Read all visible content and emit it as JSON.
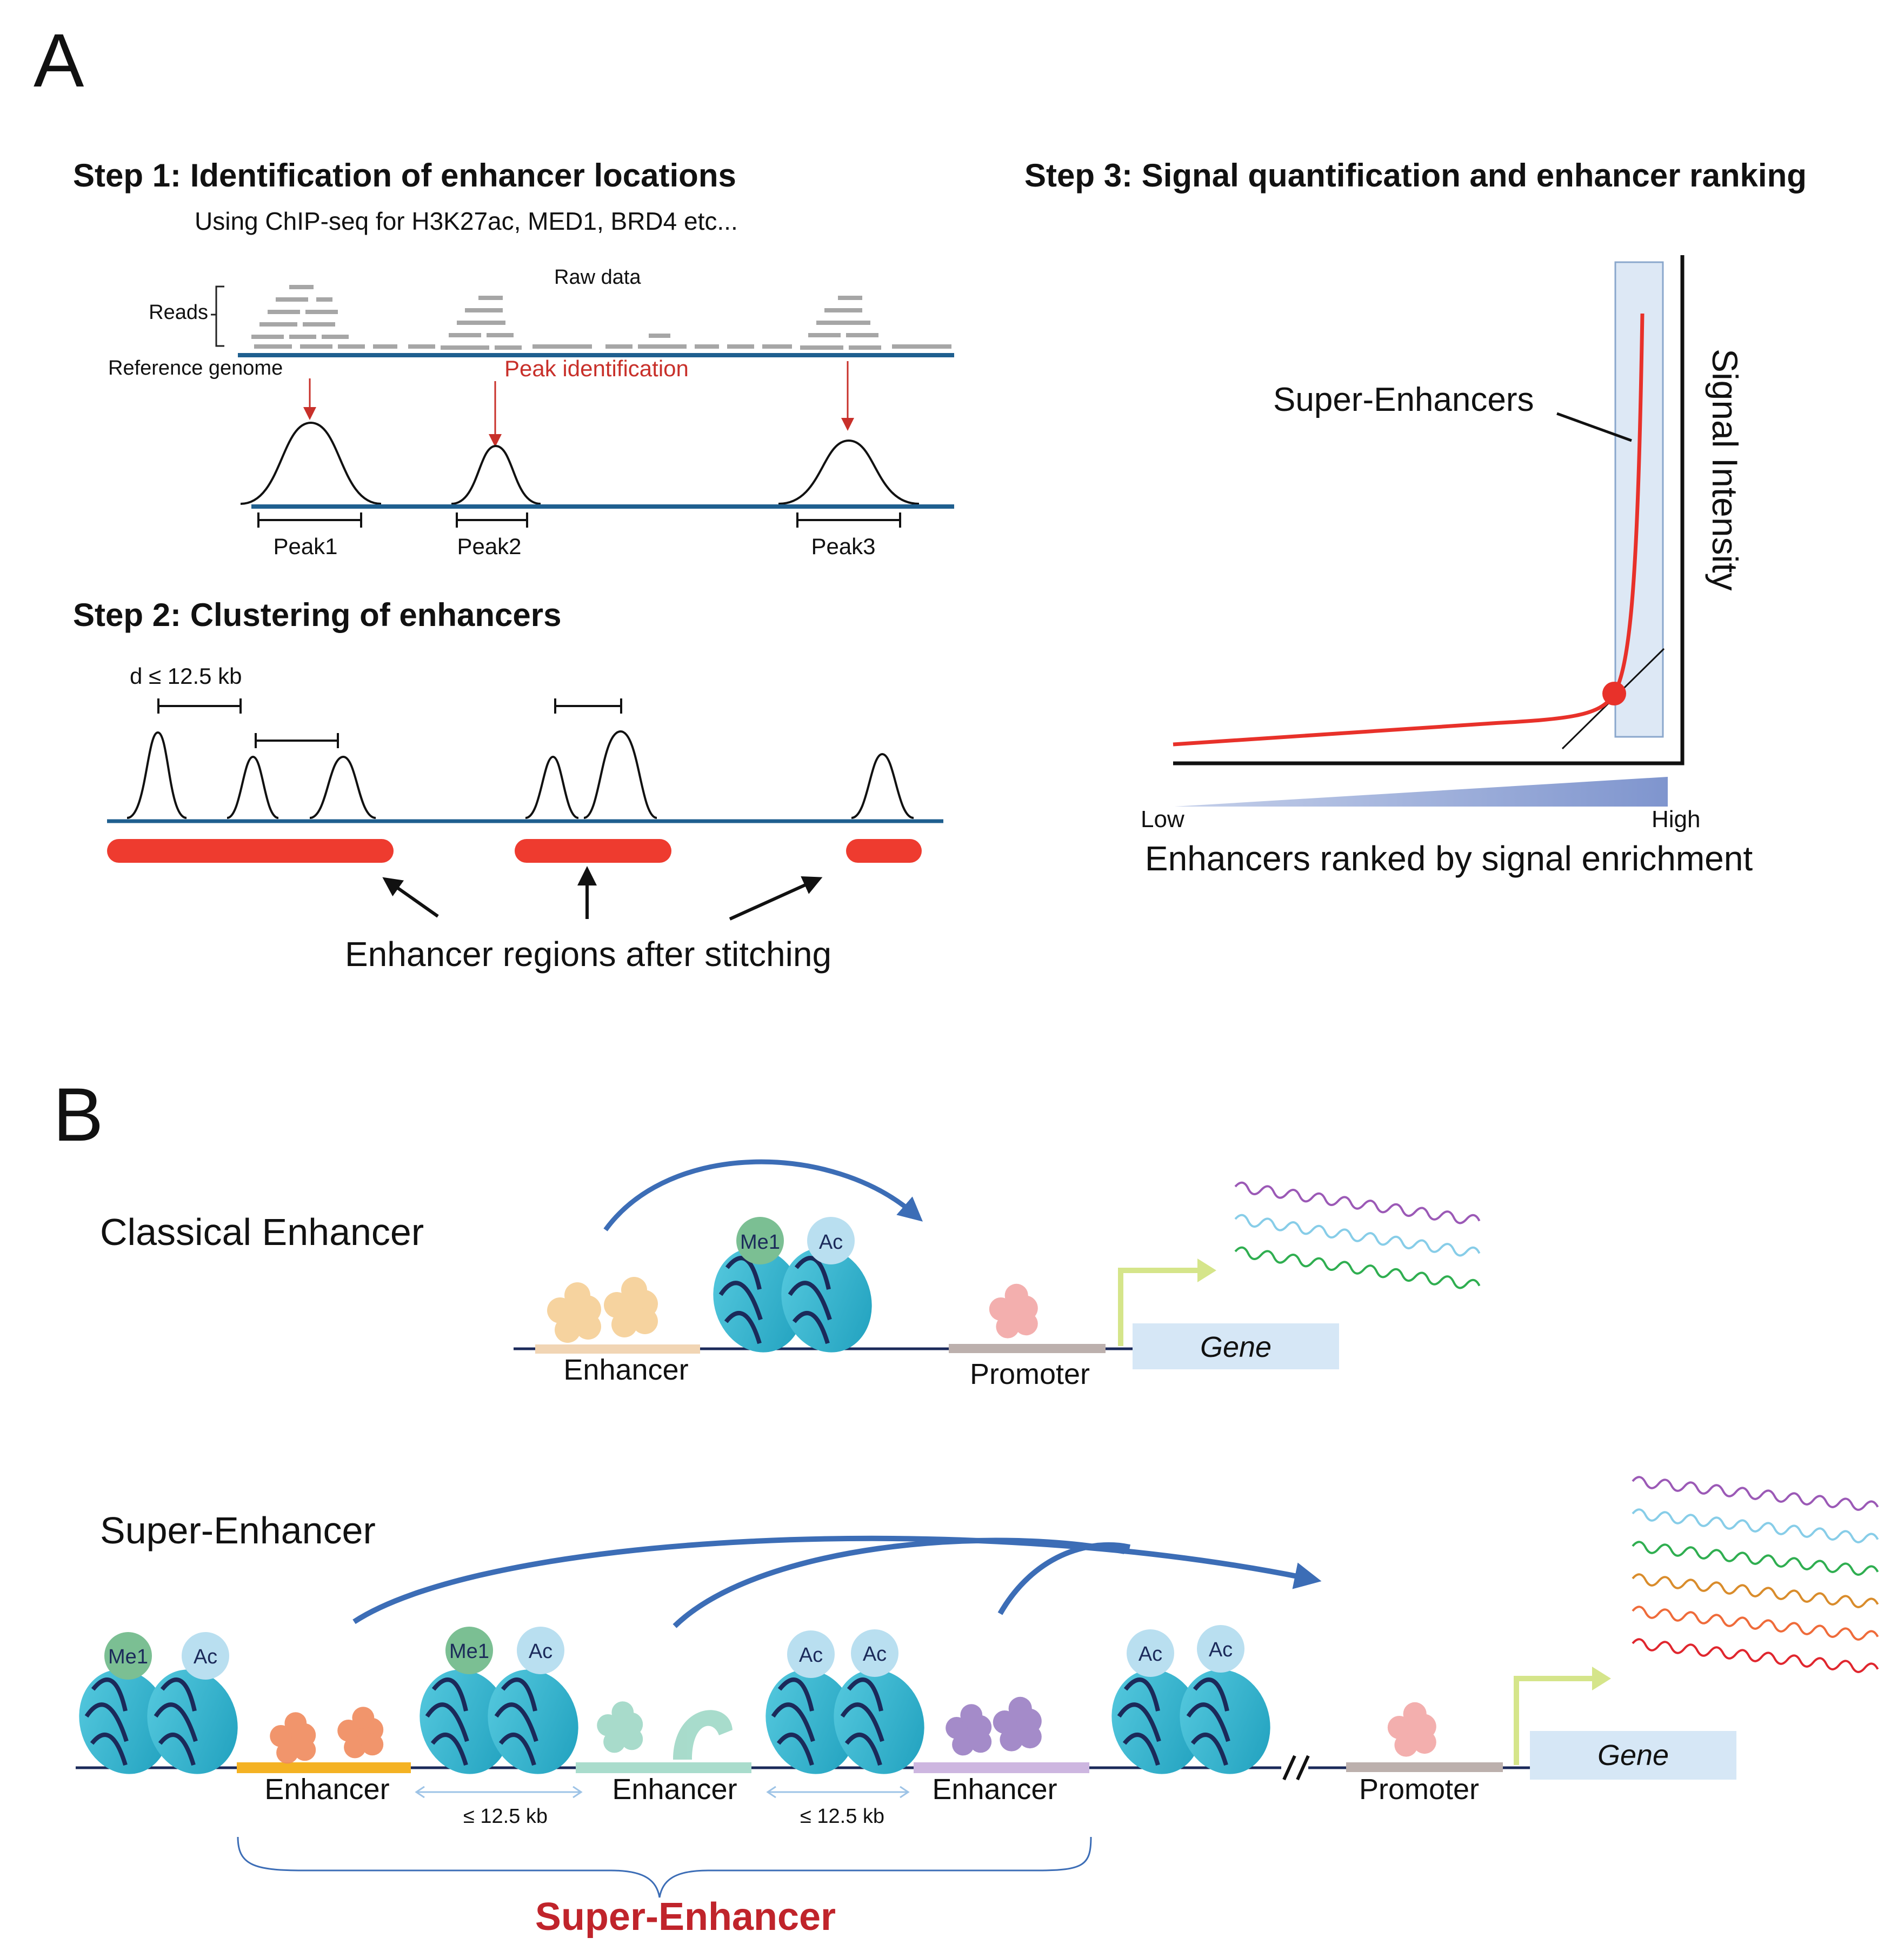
{
  "panel_a": {
    "label": "A",
    "step1": {
      "title": "Step 1: Identification of enhancer locations",
      "subtitle": "Using ChIP-seq for H3K27ac, MED1, BRD4 etc...",
      "reads_label": "Reads",
      "raw_data_label": "Raw data",
      "reference_label": "Reference genome",
      "peak_identification_label": "Peak identification",
      "peaks": [
        "Peak1",
        "Peak2",
        "Peak3"
      ]
    },
    "step2": {
      "title": "Step 2: Clustering of enhancers",
      "distance_label": "d ≤ 12.5 kb",
      "stitch_label": "Enhancer regions after stitching"
    },
    "step3": {
      "title": "Step 3: Signal quantification and enhancer ranking",
      "super_enhancers_label": "Super-Enhancers",
      "y_axis_label": "Signal Intensity",
      "low_label": "Low",
      "high_label": "High",
      "x_axis_label": "Enhancers ranked by signal enrichment"
    }
  },
  "panel_b": {
    "label": "B",
    "classical": {
      "title": "Classical Enhancer",
      "histone_marks": [
        "Me1",
        "Ac"
      ],
      "enhancer_label": "Enhancer",
      "promoter_label": "Promoter",
      "gene_label": "Gene"
    },
    "super": {
      "title": "Super-Enhancer",
      "histone_marks": [
        "Me1",
        "Ac",
        "Me1",
        "Ac",
        "Ac",
        "Ac",
        "Ac",
        "Ac"
      ],
      "enhancer_labels": [
        "Enhancer",
        "Enhancer",
        "Enhancer"
      ],
      "distance_labels": [
        "≤ 12.5 kb",
        "≤ 12.5 kb"
      ],
      "promoter_label": "Promoter",
      "gene_label": "Gene",
      "brace_label": "Super-Enhancer"
    }
  },
  "colors": {
    "genome_line": "#1f5f8f",
    "peak_red": "#c8302a",
    "stitch_red": "#ee3b2f",
    "curve_red": "#e8312a",
    "arc_blue": "#3c6db6",
    "nucleosome": "#35b5cf",
    "me1_badge": "#7bbf93",
    "ac_badge": "#b9dff0",
    "gene_box": "#d6e7f6",
    "arrow_green": "#d5e58a",
    "super_label_red": "#c0242b"
  },
  "icons": [
    "nucleosome-icon",
    "transcription-factor-icon",
    "mrna-wave-icon",
    "transcription-start-arrow-icon"
  ]
}
